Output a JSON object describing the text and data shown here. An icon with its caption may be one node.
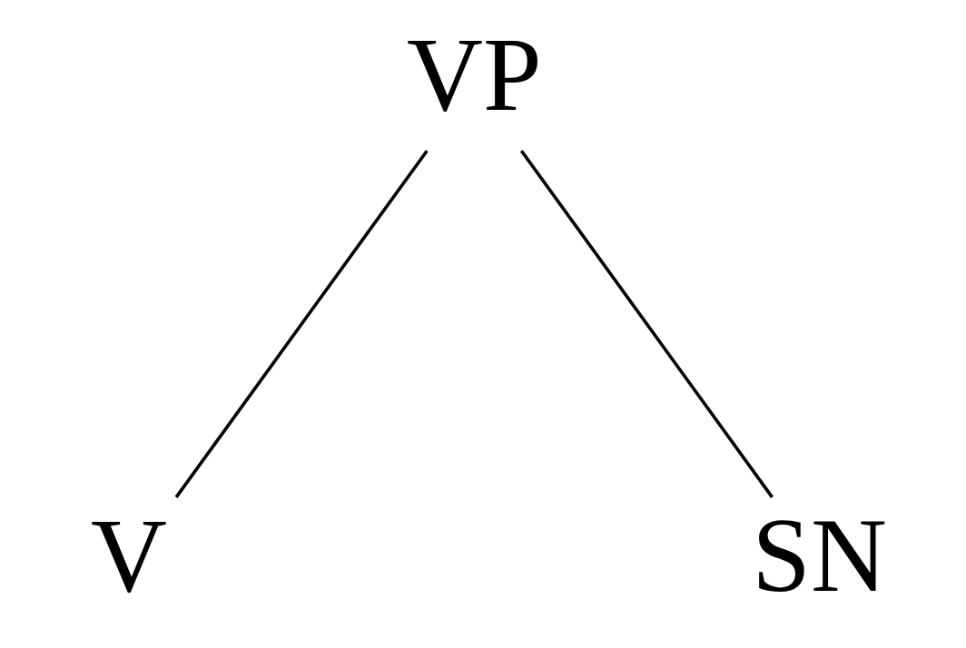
{
  "diagram": {
    "nodes": [
      {
        "text": [
          "VP"
        ]
      },
      {
        "text": [
          "V"
        ]
      },
      {
        "text": [
          "SN"
        ]
      }
    ],
    "edges": [
      {
        "from": 0,
        "to": 1,
        "arrow": "none"
      },
      {
        "from": 0,
        "to": 2,
        "arrow": "none"
      }
    ]
  }
}
